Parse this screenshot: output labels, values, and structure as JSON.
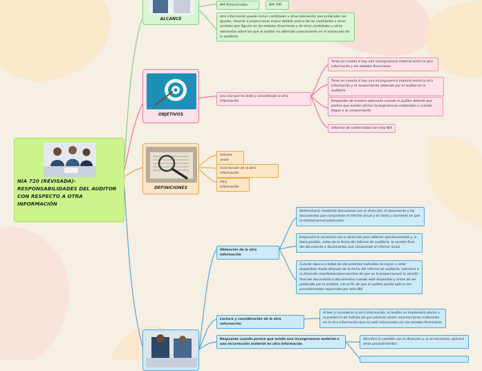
{
  "colors": {
    "background": "#f6efe3",
    "root": "#cbf48c",
    "alcance": "#7fd08a",
    "objetivos": "#ef6fa0",
    "definiciones": "#e8a54a",
    "obligaciones": "#4ea6d9"
  },
  "root": {
    "title": "NIA 720 (REVISADA)- RESPONSABILIDADES DEL AUDITOR CON RESPECTO A OTRA INFORMACIÓN"
  },
  "alcance": {
    "label": "ALCANCE",
    "tags": [
      "NIA Relacionadas",
      "NIA 700"
    ],
    "text": "otra información puede incluir cantidades u otros elementos que pretenden ser iguales, resumir o proporcionar mayor detalle acerca de las cantidades u otras partidas que figuren en los estados financieros y de otras cantidades u otros elementos sobre los que el auditor ha obtenido conocimiento en el transcurso de la auditoría."
  },
  "objetivos": {
    "label": "OBJETIVOS",
    "branch": "Una vez que ha leído y considerado la otra información",
    "items": [
      "Tener en cuenta si hay una incongruencia material entre la otra información y los estados financieros",
      "Tener en cuenta si hay una incongruencia material entre la otra información y el conocimiento obtenido por el auditor en la auditoría",
      "Responder de manera adecuada cuando el auditor detecte que parece que existen dichas incongruencias materiales o cuando llegue a su conocimiento",
      "Informar de conformidad con esta NIA"
    ]
  },
  "definiciones": {
    "label": "DEFINICIONES",
    "items": [
      "Informe anual",
      "Incorrección en la otra información",
      "Otra información"
    ]
  },
  "obligaciones": {
    "branches": [
      {
        "label": "Obtención de la otra información",
        "items": [
          "Determinará, mediante discusiones con la dirección, el documento o los documentos que comprende el informe anual y el modo y momento en que la entidad prevé publicarlos",
          "Dispondrá lo necesario con la dirección para obtener oportunamente y, si fuera posible, antes de la fecha del informe de auditoría, la versión final del documento o documentos que comprende el informe anual",
          "Cuando alguno o todos los documentos indicados no vayan a estar disponibles hasta después de la fecha del informe de auditoría, solicitará a la dirección manifestaciones escritas de que se le proporcionará la versión final del documento o documentos cuando esté disponible y antes de ser publicado por la entidad, con el fin de que el auditor pueda aplicar los procedimientos requeridos por esta NIA"
        ]
      },
      {
        "label": "Lectura y consideración de la otra información",
        "items": [
          "Al leer y considerar la otra información, el auditor se mantendrá atento a la presencia de indicios de que parecen existir incorrecciones materiales en la otra información que no esté relacionada con los estados financieros"
        ]
      },
      {
        "label": "Respuesta cuando parece que existe una incongruencia material o una incorrección material en otra información",
        "items": [
          "discutirá la cuestión con la dirección y, si es necesario, aplicará otros procedimientos"
        ]
      }
    ]
  }
}
